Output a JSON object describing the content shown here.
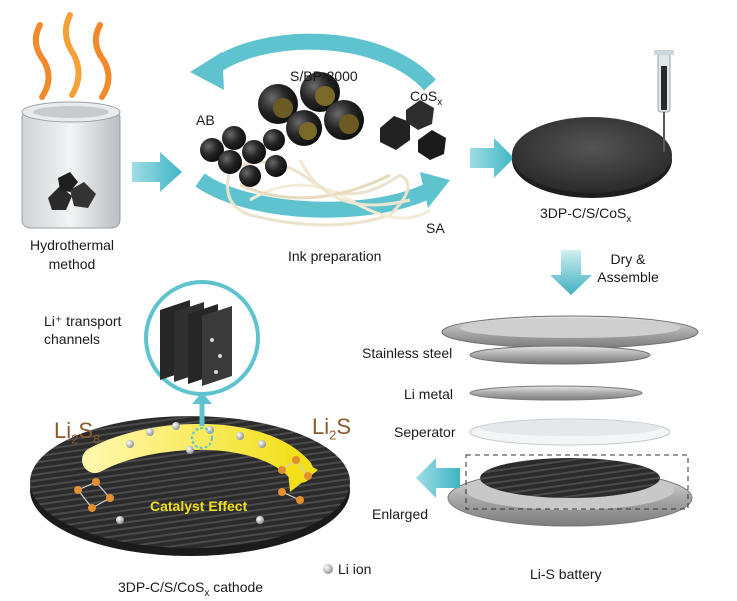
{
  "labels": {
    "hydrothermal_line1": "Hydrothermal",
    "hydrothermal_line2": "method",
    "sbp": "S/BP-2000",
    "cos": "CoS",
    "cos_sub": "x",
    "ab": "AB",
    "sa": "SA",
    "ink_prep": "Ink preparation",
    "printed_electrode": "3DP-C/S/CoS",
    "printed_electrode_sub": "x",
    "dry_line1": "Dry &",
    "dry_line2": "Assemble",
    "stainless_steel": "Stainless steel",
    "li_metal": "Li metal",
    "separator": "Seperator",
    "battery": "Li-S battery",
    "enlarged": "Enlarged",
    "li_transport_line1": "Li⁺ transport",
    "li_transport_line2": "channels",
    "li2s8": "Li",
    "li2s8_sub1": "2",
    "li2s8_s": "S",
    "li2s8_sub2": "8",
    "li2s": "Li",
    "li2s_sub": "2",
    "li2s_s": "S",
    "catalyst": "Catalyst Effect",
    "li_ion": "Li ion",
    "cathode": "3DP-C/S/CoS",
    "cathode_sub": "x",
    "cathode_tail": " cathode"
  },
  "colors": {
    "arrow_teal": "#5fc3cf",
    "catalyst_yellow": "#f5e63a",
    "li2s_brown": "#8a5a2b",
    "sphere_dark": "#1f1f1f",
    "orange_atom": "#e3902f"
  }
}
